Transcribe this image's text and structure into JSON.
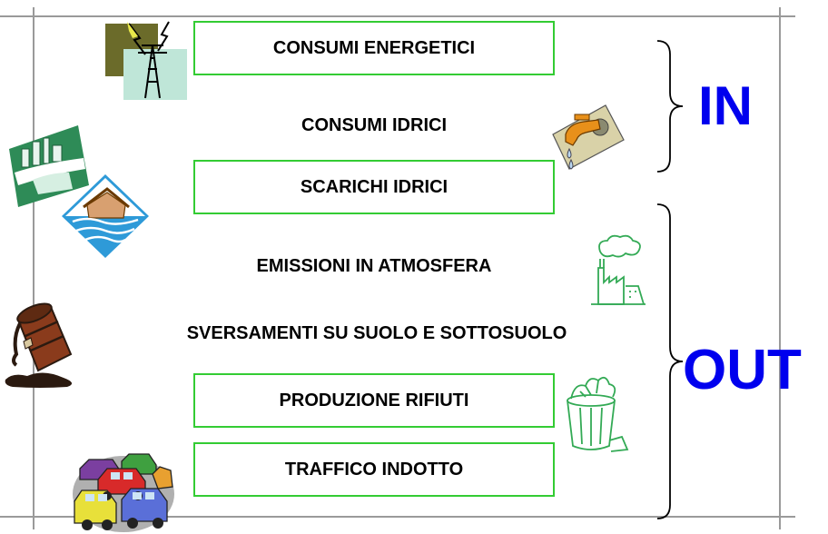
{
  "items": {
    "consumi_energetici": "CONSUMI ENERGETICI",
    "consumi_idrici": "CONSUMI IDRICI",
    "scarichi_idrici": "SCARICHI IDRICI",
    "emissioni": "EMISSIONI IN ATMOSFERA",
    "sversamenti": "SVERSAMENTI SU SUOLO E SOTTOSUOLO",
    "produzione_rifiuti": "PRODUZIONE RIFIUTI",
    "traffico": "TRAFFICO INDOTTO"
  },
  "groups": {
    "in_label": "IN",
    "out_label": "OUT"
  },
  "colors": {
    "box_border": "#33cc33",
    "group_text": "#0000ee",
    "frame": "#9a9a9a"
  },
  "icons": [
    "power-pylon-icon",
    "water-tap-icon",
    "factory-waterfront-icon",
    "flooded-house-icon",
    "factory-smoke-icon",
    "leaking-barrel-icon",
    "trash-bin-icon",
    "traffic-jam-icon"
  ]
}
